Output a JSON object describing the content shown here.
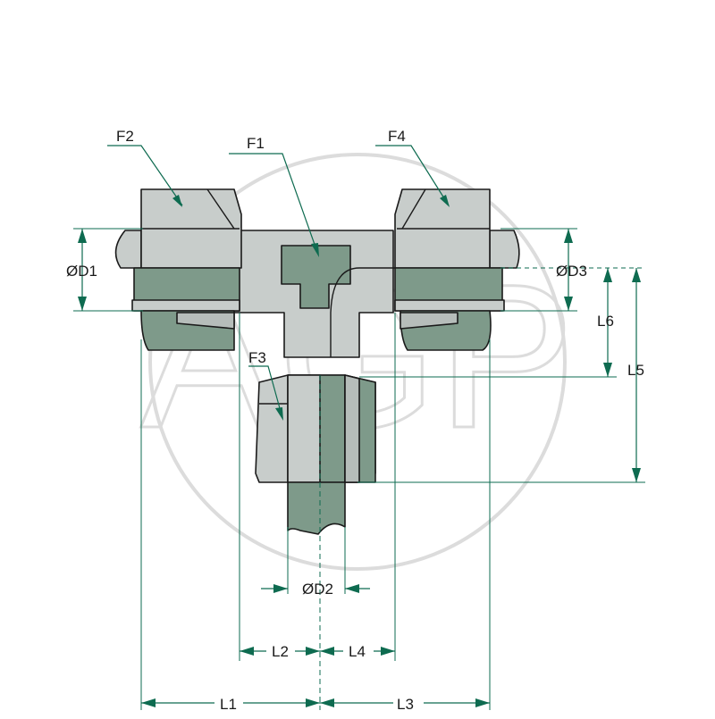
{
  "watermark": {
    "text": "AGP",
    "color": "#d9d9d9"
  },
  "colors": {
    "steel_light": "#c8cdcb",
    "steel_dark": "#7e9a8a",
    "dimension": "#0e6b50",
    "outline": "#1a1a1a"
  },
  "labels": {
    "f1": "F1",
    "f2": "F2",
    "f3": "F3",
    "f4": "F4",
    "d1": "ØD1",
    "d2": "ØD2",
    "d3": "ØD3",
    "l1": "L1",
    "l2": "L2",
    "l3": "L3",
    "l4": "L4",
    "l5": "L5",
    "l6": "L6"
  }
}
